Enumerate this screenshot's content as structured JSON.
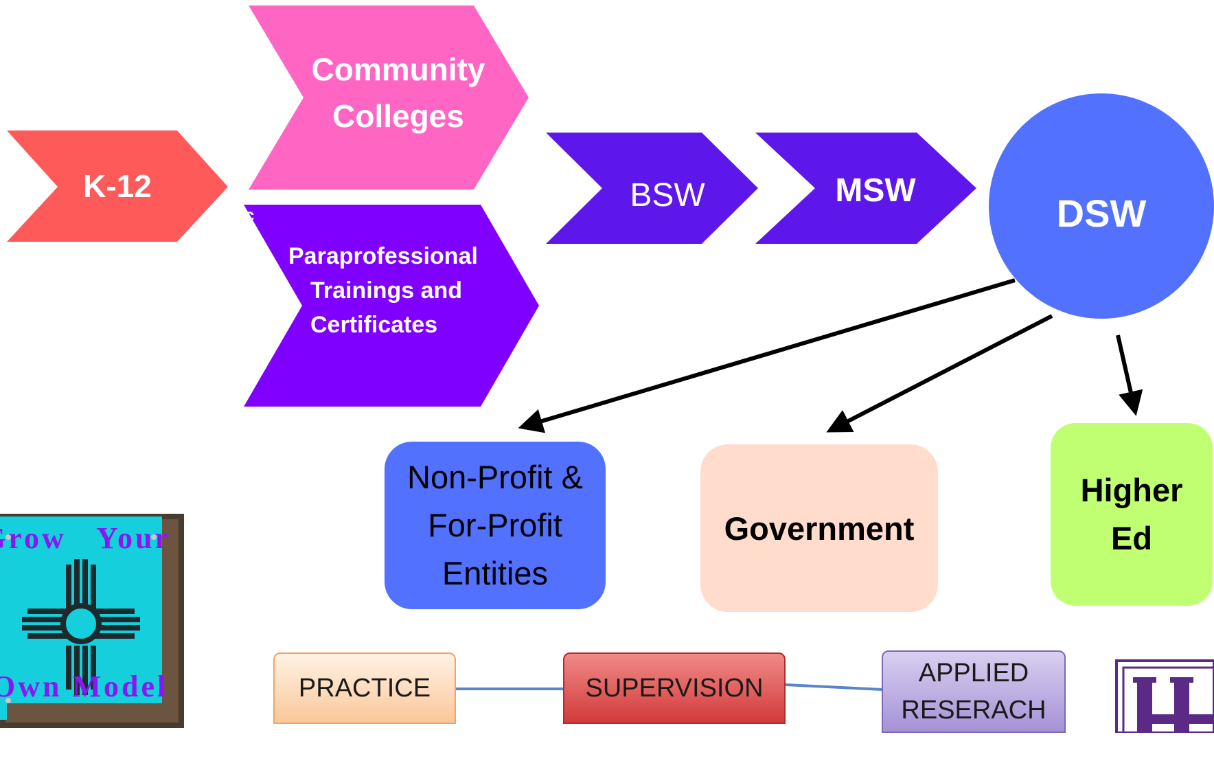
{
  "chevrons": {
    "k12": {
      "label": "K-12",
      "color": "#ff5a5a"
    },
    "community": {
      "line1": "Community",
      "line2": "Colleges",
      "color": "#ff66c4"
    },
    "parapro": {
      "line1": "Paraprofessional",
      "line2": "Trainings and",
      "line3": "Certificates",
      "color": "#8000ff"
    },
    "bsw": {
      "label": "BSW",
      "color": "#5e17eb"
    },
    "msw": {
      "label": "MSW",
      "color": "#5e17eb"
    }
  },
  "dsw": {
    "label": "DSW",
    "color": "#5271ff"
  },
  "outcomes": {
    "nonprofit": {
      "line1": "Non-Profit &",
      "line2": "For-Profit",
      "line3": "Entities",
      "color": "#5271ff"
    },
    "government": {
      "label": "Government",
      "color": "#ffdccb"
    },
    "higher_ed": {
      "line1": "Higher",
      "line2": "Ed",
      "color": "#c1ff72"
    }
  },
  "model": {
    "line1": "Grow   Your",
    "line2": "Own Model",
    "color": "#8a17f0"
  },
  "stray_glyph": "c",
  "pillars": {
    "practice": "PRACTICE",
    "supervision": "SUPERVISION",
    "research_line1": "APPLIED",
    "research_line2": "RESERACH"
  },
  "icons": {
    "state_art": "new-mexico-zia-icon",
    "logo": "university-logo-icon"
  }
}
